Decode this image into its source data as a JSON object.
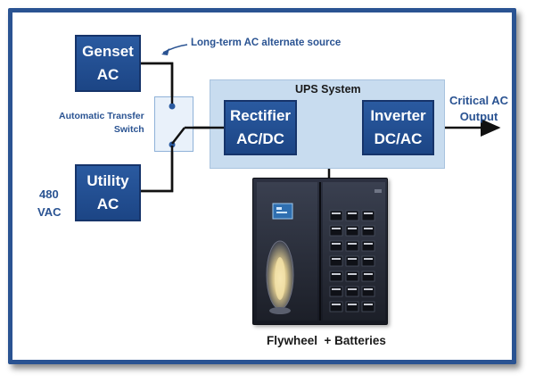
{
  "diagram": {
    "genset": {
      "line1": "Genset",
      "line2": "AC"
    },
    "utility": {
      "line1": "Utility",
      "line2": "AC"
    },
    "voltage": {
      "line1": "480",
      "line2": "VAC"
    },
    "ats_label": {
      "line1": "Automatic  Transfer",
      "line2": "Switch"
    },
    "alt_source_label": "Long-term AC alternate source",
    "ups_title": "UPS System",
    "rectifier": {
      "line1": "Rectifier",
      "line2": "AC/DC"
    },
    "inverter": {
      "line1": "Inverter",
      "line2": "DC/AC"
    },
    "output_label": {
      "line1": "Critical AC",
      "line2": "Output"
    },
    "storage_label": "Flywheel  + Batteries"
  },
  "colors": {
    "frame": "#2a5392",
    "box_fill": "#1f4b8f",
    "ups_panel": "#c8dcef",
    "label_blue": "#2a5392"
  }
}
